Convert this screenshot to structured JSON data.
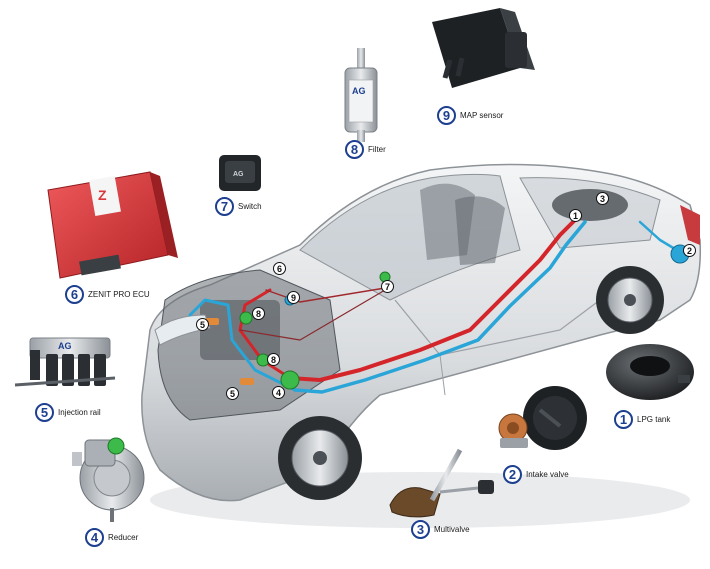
{
  "components": [
    {
      "number": "1",
      "label": "LPG tank"
    },
    {
      "number": "2",
      "label": "Intake valve"
    },
    {
      "number": "3",
      "label": "Multivalve"
    },
    {
      "number": "4",
      "label": "Reducer"
    },
    {
      "number": "5",
      "label": "Injection rail"
    },
    {
      "number": "6",
      "label": "ZENIT PRO ECU"
    },
    {
      "number": "7",
      "label": "Switch"
    },
    {
      "number": "8",
      "label": "Filter"
    },
    {
      "number": "9",
      "label": "MAP sensor"
    }
  ],
  "car_markers": [
    "1",
    "2",
    "3",
    "4",
    "5",
    "5",
    "6",
    "7",
    "8",
    "8",
    "9"
  ],
  "logos": {
    "filter_brand": "AG",
    "rail_brand": "AG",
    "ecu_brand": "Z",
    "switch_brand": "AG"
  },
  "colors": {
    "badge_border": "#1d3f8f",
    "gas_line_red": "#d4252a",
    "gas_line_blue": "#2aa5d8",
    "ecu_red": "#d9383c",
    "injector_green": "#3cba4a"
  }
}
